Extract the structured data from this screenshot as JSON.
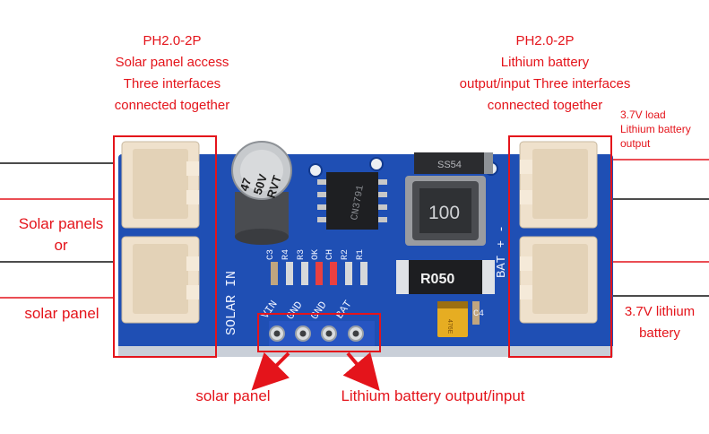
{
  "labels": {
    "solar_connector": [
      "PH2.0-2P",
      "Solar panel access",
      "Three interfaces",
      "connected together"
    ],
    "battery_connector": [
      "PH2.0-2P",
      "Lithium battery",
      "output/input Three interfaces",
      "connected together"
    ],
    "load_output": [
      "3.7V load",
      "Lithium battery",
      "output"
    ],
    "solar_left": [
      "Solar panels",
      "or"
    ],
    "solar_left_bottom": "solar panel",
    "battery_right": [
      "3.7V lithium",
      "battery"
    ],
    "pin_solar": "solar panel",
    "pin_battery": "Lithium battery output/input"
  },
  "board": {
    "silk_solar": "SOLAR IN",
    "silk_bat": "BAT + -",
    "pin_labels": [
      "VIN",
      "GND",
      "GND",
      "BAT"
    ],
    "components": {
      "capacitor": [
        "47",
        "50V",
        "RVT"
      ],
      "chip": "CN3791",
      "diode": "SS54",
      "inductor": "100",
      "resistor": "R050",
      "refs": [
        "C3",
        "R4",
        "R3",
        "OK",
        "CH",
        "R2",
        "R1",
        "C4"
      ]
    }
  },
  "colors": {
    "annotation": "#e4141b",
    "pcb": "#1f4fb4",
    "connector": "#efe1cc"
  }
}
